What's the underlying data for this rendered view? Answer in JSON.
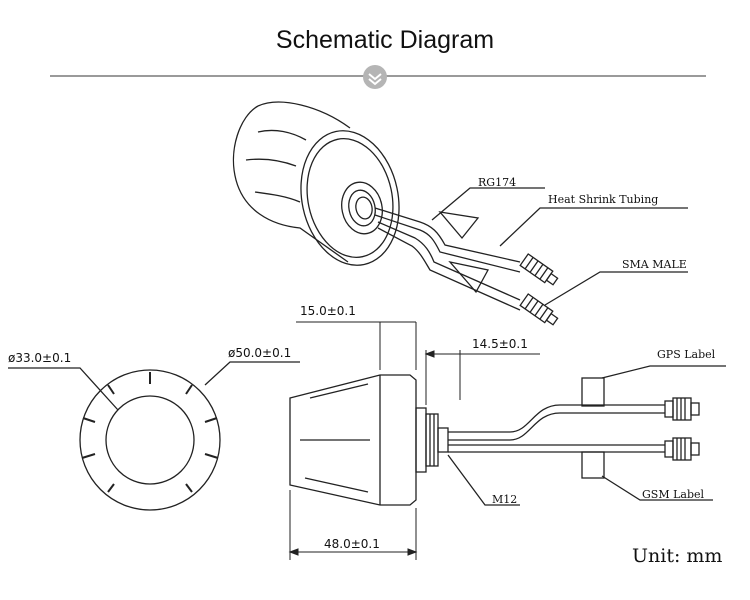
{
  "title": "Schematic Diagram",
  "unit_label": "Unit:  mm",
  "callouts": {
    "rg174": "RG174",
    "heat_shrink": "Heat Shrink Tubing",
    "sma_male": "SMA MALE",
    "gps_label": "GPS Label",
    "gsm_label": "GSM Label",
    "m12": "M12"
  },
  "dimensions": {
    "inner_diameter": "ø33.0±0.1",
    "outer_diameter": "ø50.0±0.1",
    "width_top": "15.0±0.1",
    "thread_length": "14.5±0.1",
    "overall_length": "48.0±0.1"
  },
  "colors": {
    "line": "#222222",
    "divider": "#999999"
  }
}
